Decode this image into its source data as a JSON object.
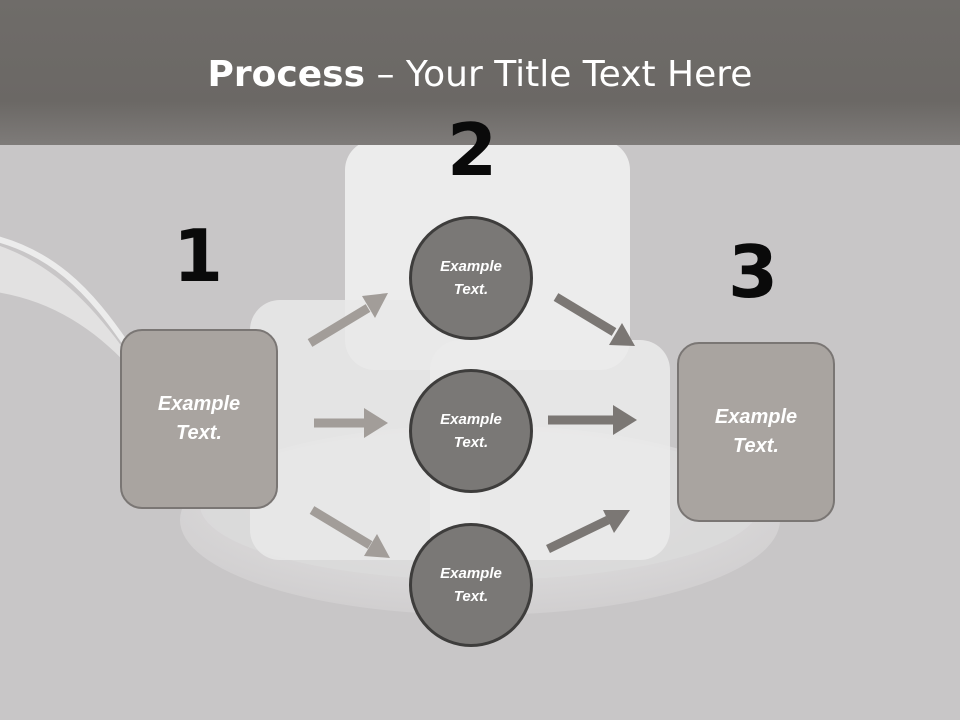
{
  "title": {
    "bold": "Process",
    "rest": " – Your Title Text Here"
  },
  "steps": [
    {
      "number": "1",
      "box_text": "Example\nText."
    },
    {
      "number": "2",
      "nodes": [
        "Example\nText.",
        "Example\nText.",
        "Example\nText."
      ]
    },
    {
      "number": "3",
      "box_text": "Example\nText."
    }
  ],
  "colors": {
    "title_band": "#6b6865",
    "box_fill": "#a9a4a0",
    "circle_fill": "#7a7876",
    "arrow_light": "#a29d99",
    "arrow_dark": "#7b7774"
  }
}
